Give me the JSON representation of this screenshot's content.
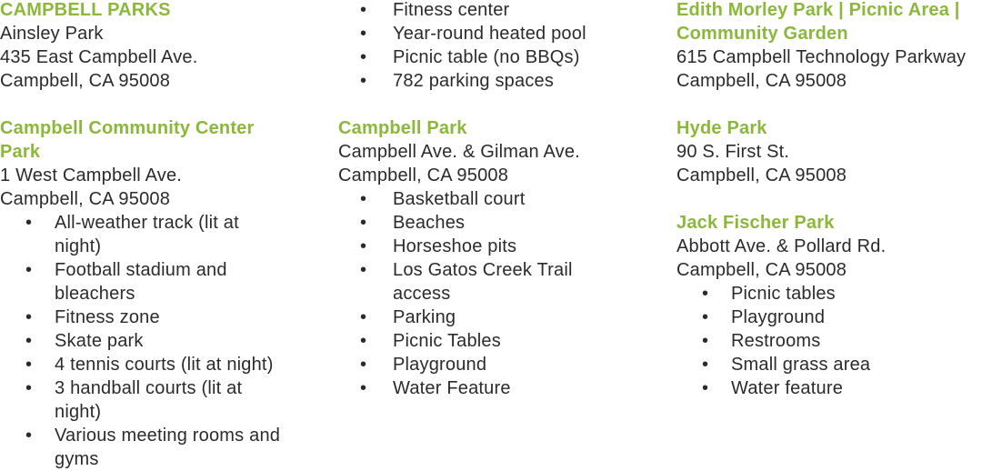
{
  "col1": {
    "title": "CAMPBELL PARKS",
    "ainsley": {
      "name": "Ainsley Park",
      "address1": "435 East Campbell Ave.",
      "address2": "Campbell, CA 95008"
    },
    "community": {
      "name_line1": "Campbell Community Center",
      "name_line2": "Park",
      "address1": "1 West Campbell Ave.",
      "address2": "Campbell, CA 95008",
      "features": [
        [
          "All-weather track (lit at",
          "night)"
        ],
        [
          "Football stadium and",
          "bleachers"
        ],
        [
          "Fitness zone"
        ],
        [
          "Skate park"
        ],
        [
          "4 tennis courts (lit at night)"
        ],
        [
          "3 handball courts (lit at",
          "night)"
        ],
        [
          "Various meeting rooms and",
          "gyms"
        ]
      ]
    }
  },
  "col2": {
    "community_features_cont": [
      [
        "Fitness center"
      ],
      [
        "Year-round heated pool"
      ],
      [
        "Picnic table (no BBQs)"
      ],
      [
        "782 parking spaces"
      ]
    ],
    "campbell_park": {
      "name": "Campbell Park",
      "address1": "Campbell Ave. & Gilman Ave.",
      "address2": "Campbell, CA 95008",
      "features": [
        [
          "Basketball court"
        ],
        [
          "Beaches"
        ],
        [
          "Horseshoe pits"
        ],
        [
          "Los Gatos Creek Trail",
          "access"
        ],
        [
          "Parking"
        ],
        [
          "Picnic Tables"
        ],
        [
          "Playground"
        ],
        [
          "Water Feature"
        ]
      ]
    }
  },
  "col3": {
    "edith": {
      "name_line1": "Edith Morley Park | Picnic Area |",
      "name_line2": "Community Garden",
      "address1": "615 Campbell Technology Parkway",
      "address2": "Campbell, CA 95008"
    },
    "hyde": {
      "name": "Hyde Park",
      "address1": "90 S. First St.",
      "address2": "Campbell, CA 95008"
    },
    "jack": {
      "name": "Jack Fischer Park",
      "address1": "Abbott Ave. & Pollard Rd.",
      "address2": "Campbell, CA 95008",
      "features": [
        [
          "Picnic tables"
        ],
        [
          "Playground"
        ],
        [
          "Restrooms"
        ],
        [
          "Small grass area"
        ],
        [
          "Water feature"
        ]
      ]
    }
  },
  "bullet_glyph": "•",
  "colors": {
    "heading": "#8bb83b",
    "text": "#2b2b2b",
    "background": "#ffffff"
  }
}
